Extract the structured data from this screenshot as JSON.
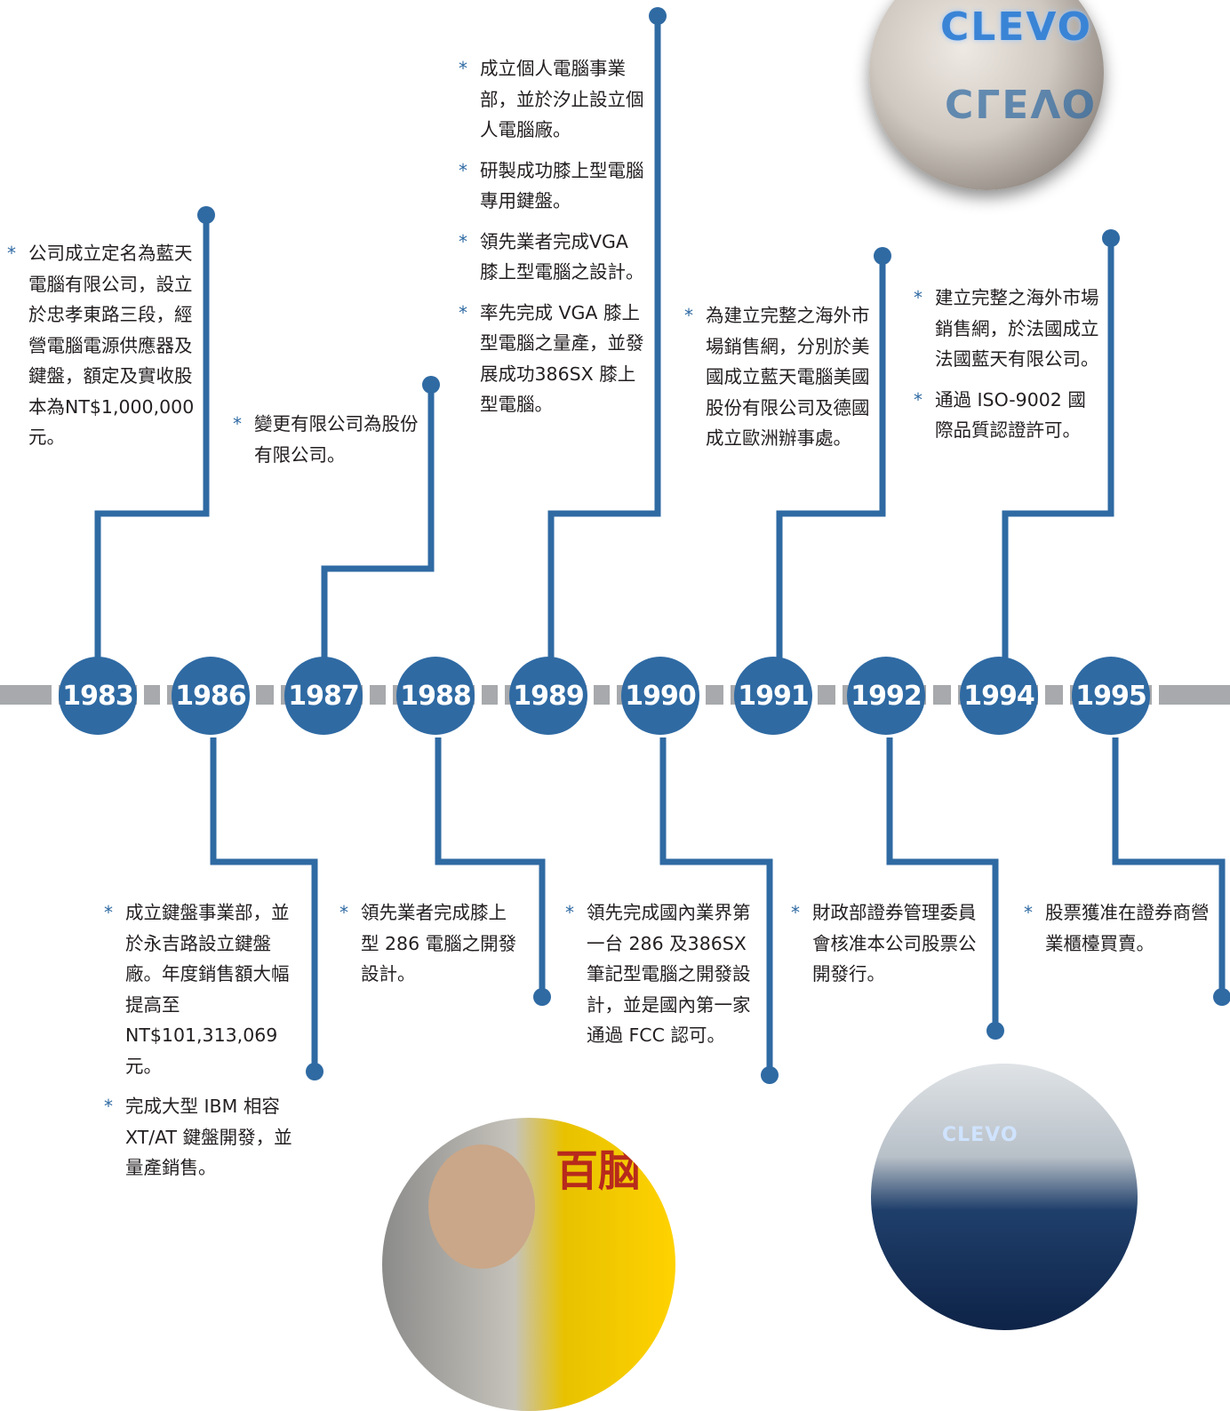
{
  "colors": {
    "accent": "#2f6aa3",
    "bar": "#a7a9ac",
    "text": "#231f20"
  },
  "bullet": "*",
  "years": [
    "1983",
    "1986",
    "1987",
    "1988",
    "1989",
    "1990",
    "1991",
    "1992",
    "1994",
    "1995"
  ],
  "entries": [
    {
      "year": "1983",
      "items": [
        "公司成立定名為藍天電腦有限公司，設立於忠孝東路三段，經營電腦電源供應器及鍵盤，額定及實收股本為NT$1,000,000元。"
      ]
    },
    {
      "year": "1986",
      "items": [
        "成立鍵盤事業部，並於永吉路設立鍵盤廠。年度銷售額大幅提高至NT$101,313,069元。",
        "完成大型 IBM 相容XT/AT 鍵盤開發，並量產銷售。"
      ]
    },
    {
      "year": "1987",
      "items": [
        "變更有限公司為股份有限公司。"
      ]
    },
    {
      "year": "1988",
      "items": [
        "領先業者完成膝上型 286 電腦之開發設計。"
      ]
    },
    {
      "year": "1989",
      "items": [
        "成立個人電腦事業部，並於汐止設立個人電腦廠。",
        "研製成功膝上型電腦專用鍵盤。",
        "領先業者完成VGA 膝上型電腦之設計。",
        "率先完成 VGA 膝上型電腦之量產，並發展成功386SX 膝上型電腦。"
      ]
    },
    {
      "year": "1990",
      "items": [
        "領先完成國內業界第一台 286 及386SX 筆記型電腦之開發設計，並是國內第一家通過 FCC 認可。"
      ]
    },
    {
      "year": "1991",
      "items": [
        "為建立完整之海外市場銷售網，分別於美國成立藍天電腦美國股份有限公司及德國成立歐洲辦事處。"
      ]
    },
    {
      "year": "1992",
      "items": [
        "財政部證券管理委員會核准本公司股票公開發行。"
      ]
    },
    {
      "year": "1994",
      "items": [
        "建立完整之海外市場銷售網，於法國成立法國藍天有限公司。",
        "通過 ISO-9002 國際品質認證許可。"
      ]
    },
    {
      "year": "1995",
      "items": [
        "股票獲准在證券商營業櫃檯買賣。"
      ]
    }
  ],
  "photos": {
    "top_logo": "CLEVO",
    "booth_logo": "CLEVO",
    "sign_text": "百脑"
  }
}
